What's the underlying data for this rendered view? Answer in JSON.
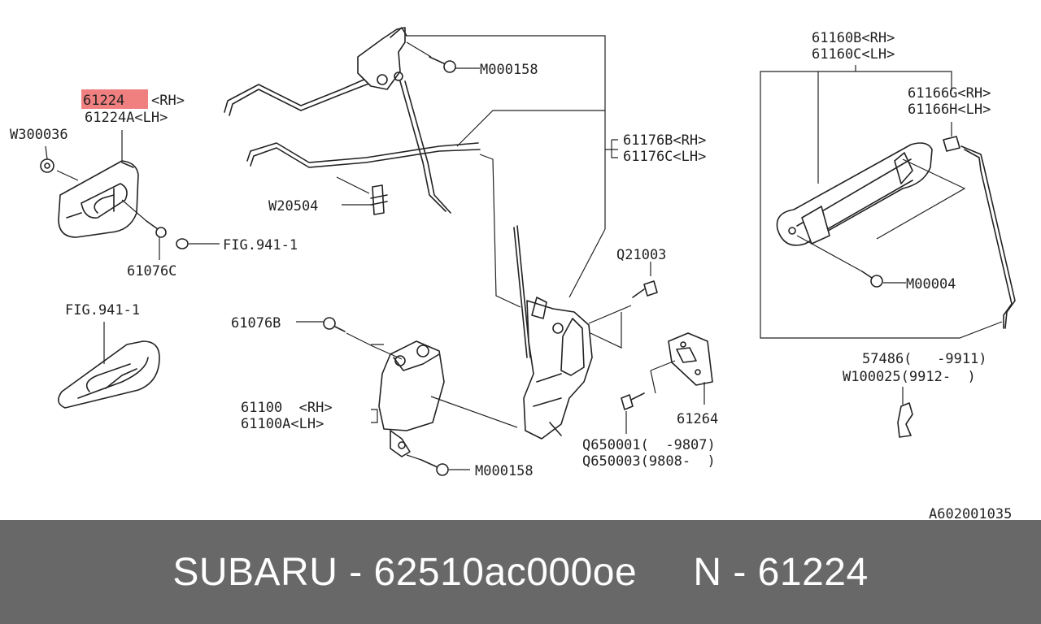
{
  "diagram": {
    "highlight_color": "#f08080",
    "labels": {
      "p61224": "61224",
      "p61224_rh": "<RH>",
      "p61224a_lh": "61224A<LH>",
      "w300036": "W300036",
      "p61076c": "61076C",
      "fig941_top": "FIG.941-1",
      "fig941_left": "FIG.941-1",
      "w20504": "W20504",
      "m000158_top": "M000158",
      "p61176b": "61176B<RH>",
      "p61176c": "61176C<LH>",
      "q21003": "Q21003",
      "p61076b": "61076B",
      "p61100_rh": "61100  <RH>",
      "p61100a_lh": "61100A<LH>",
      "m000158_bottom": "M000158",
      "p61264": "61264",
      "q650001": "Q650001(  -9807)",
      "q650003": "Q650003(9808-  )",
      "p61160b": "61160B<RH>",
      "p61160c": "61160C<LH>",
      "p61166g": "61166G<RH>",
      "p61166h": "61166H<LH>",
      "m00004": "M00004",
      "p57486": "57486(   -9911)",
      "w100025": "W100025(9912-  )",
      "ref": "A602001035"
    }
  },
  "footer": {
    "caption": "SUBARU - 62510ac000oe     N - 61224",
    "background": "#686868"
  }
}
